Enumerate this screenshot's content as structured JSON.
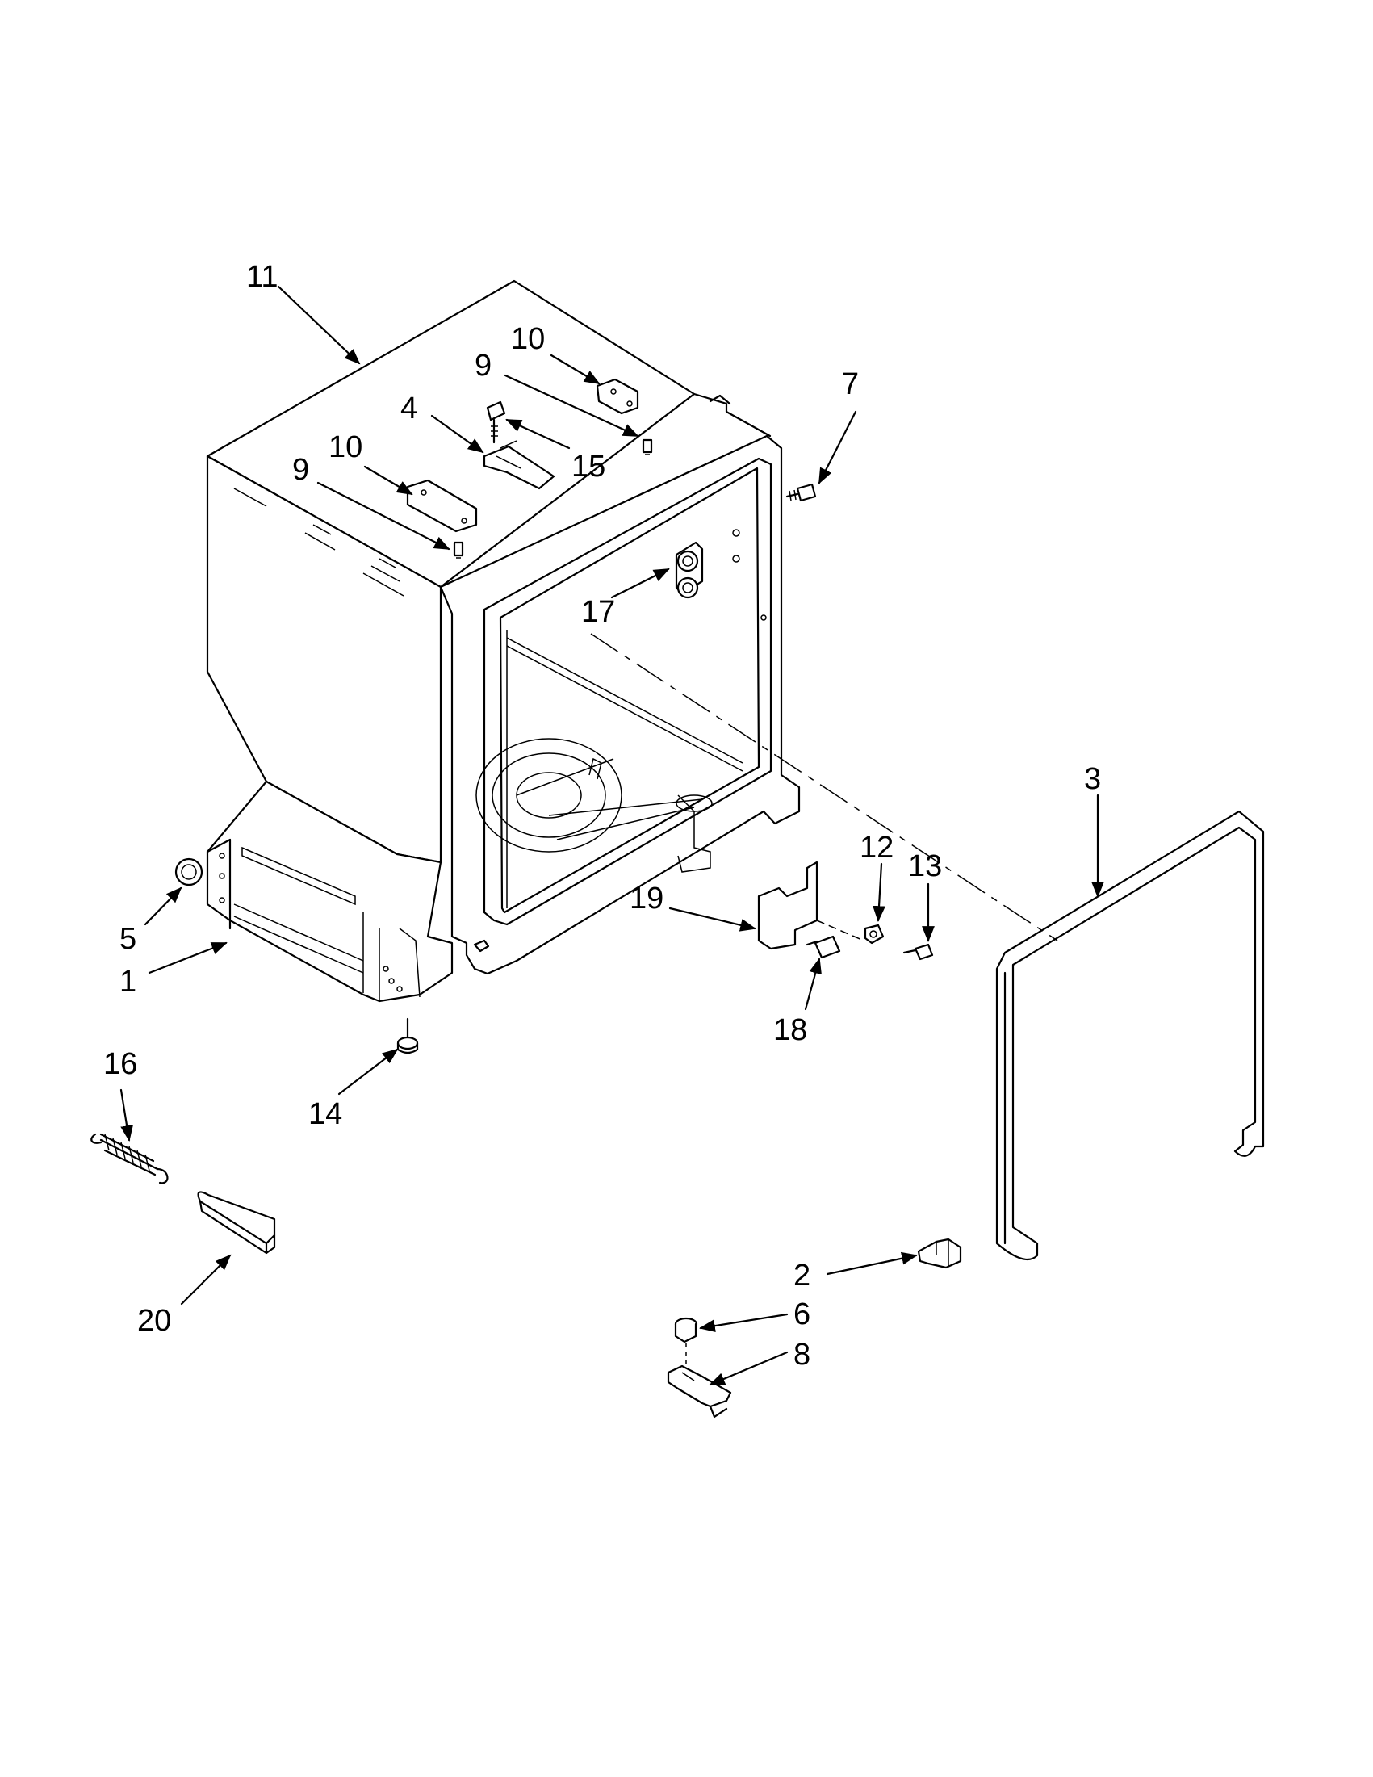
{
  "callouts": [
    {
      "id": "11",
      "label": "11"
    },
    {
      "id": "10a",
      "label": "10"
    },
    {
      "id": "9a",
      "label": "9"
    },
    {
      "id": "7",
      "label": "7"
    },
    {
      "id": "4",
      "label": "4"
    },
    {
      "id": "15",
      "label": "15"
    },
    {
      "id": "10b",
      "label": "10"
    },
    {
      "id": "9b",
      "label": "9"
    },
    {
      "id": "17",
      "label": "17"
    },
    {
      "id": "3",
      "label": "3"
    },
    {
      "id": "12",
      "label": "12"
    },
    {
      "id": "13",
      "label": "13"
    },
    {
      "id": "19",
      "label": "19"
    },
    {
      "id": "5",
      "label": "5"
    },
    {
      "id": "1",
      "label": "1"
    },
    {
      "id": "18",
      "label": "18"
    },
    {
      "id": "16",
      "label": "16"
    },
    {
      "id": "14",
      "label": "14"
    },
    {
      "id": "20",
      "label": "20"
    },
    {
      "id": "2",
      "label": "2"
    },
    {
      "id": "6",
      "label": "6"
    },
    {
      "id": "8",
      "label": "8"
    }
  ],
  "colors": {
    "line": "#000000",
    "background": "#ffffff"
  }
}
